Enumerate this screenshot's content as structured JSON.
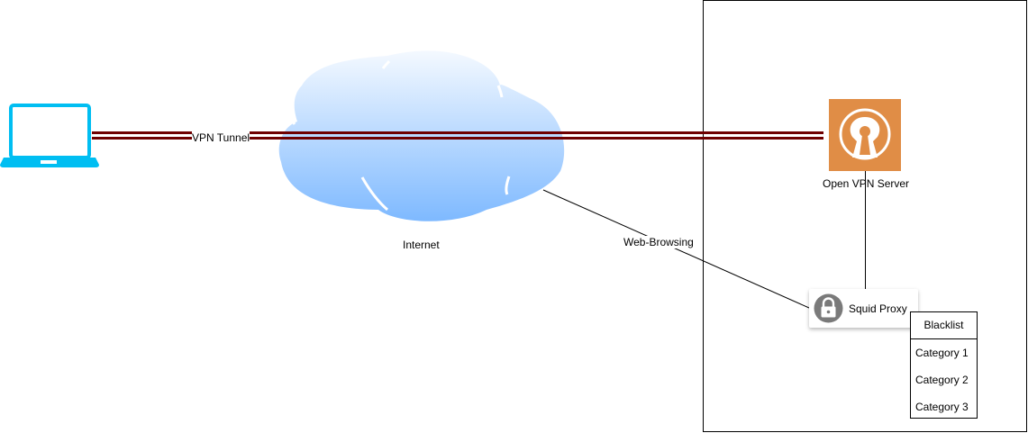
{
  "diagram": {
    "nodes": {
      "laptop": {
        "icon": "laptop-icon",
        "color": "#00BEF2"
      },
      "internet": {
        "label": "Internet",
        "icon": "cloud-icon"
      },
      "openvpn": {
        "label": "Open VPN Server",
        "icon": "openvpn-icon",
        "color": "#E08D46"
      },
      "squid": {
        "label": "Squid Proxy",
        "icon": "lock-icon"
      },
      "blacklist": {
        "title": "Blacklist",
        "items": [
          "Category 1",
          "Category 2",
          "Category 3"
        ]
      }
    },
    "edges": {
      "vpn_tunnel": {
        "label": "VPN Tunnel",
        "color": "#6F0000"
      },
      "web_browsing": {
        "label": "Web-Browsing"
      }
    }
  }
}
